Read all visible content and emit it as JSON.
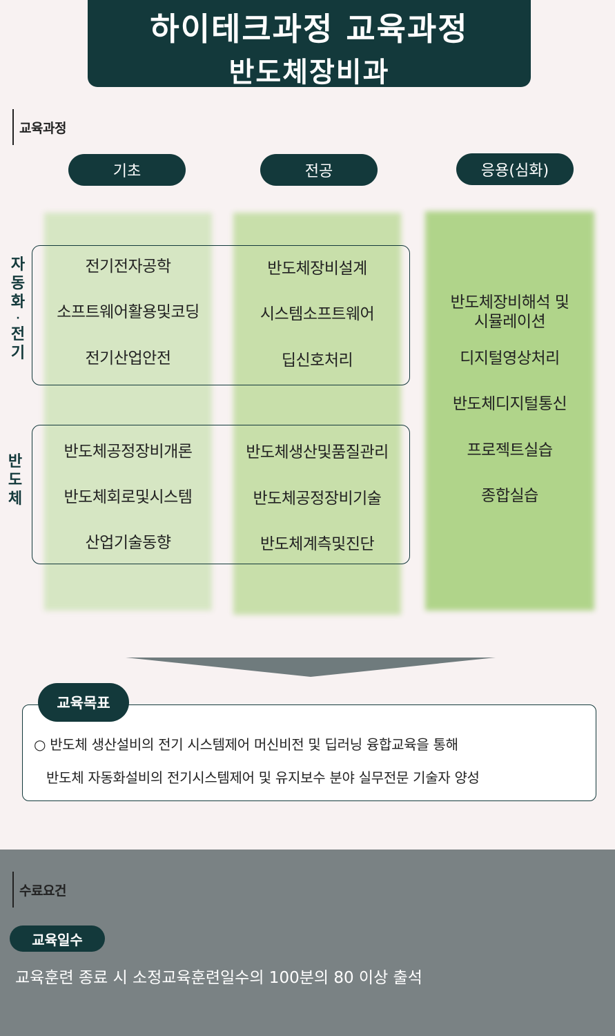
{
  "title": {
    "line1": "하이테크과정 교육과정",
    "line2": "반도체장비과"
  },
  "curriculum": {
    "heading": "교육과정",
    "categories": [
      "기초",
      "전공",
      "응용(심화)"
    ],
    "groups": {
      "automation": {
        "label_chars": [
          "자",
          "동",
          "화",
          "·",
          "전",
          "기"
        ]
      },
      "semiconductor": {
        "label_chars": [
          "반",
          "도",
          "체"
        ]
      }
    },
    "basic_automation": [
      "전기전자공학",
      "소프트웨어활용및코딩",
      "전기산업안전"
    ],
    "major_automation": [
      "반도체장비설계",
      "시스템소프트웨어",
      "딥신호처리"
    ],
    "basic_semiconductor": [
      "반도체공정장비개론",
      "반도체회로및시스템",
      "산업기술동향"
    ],
    "major_semiconductor": [
      "반도체생산및품질관리",
      "반도체공정장비기술",
      "반도체계측및진단"
    ],
    "advanced": [
      "반도체장비해석 및 시뮬레이션",
      "디지털영상처리",
      "반도체디지털통신",
      "프로젝트실습",
      "종합실습"
    ]
  },
  "goal": {
    "label": "교육목표",
    "line1": "○ 반도체 생산설비의 전기 시스템제어 머신비전 및 딥러닝 융합교육을 통해",
    "line2": "반도체 자동화설비의 전기시스템제어 및 유지보수 분야 실무전문 기술자 양성"
  },
  "requirements": {
    "heading": "수료요건",
    "days_label": "교육일수",
    "days_text": "교육훈련 종료 시 소정교육훈련일수의 100분의 80 이상 출석"
  },
  "colors": {
    "primary": "#13393b",
    "page_bg": "#f8f2f2",
    "col_basic": "#d6e6c3",
    "col_major": "#c8dfaa",
    "col_advanced": "#b0d48a",
    "bottom_bg": "#7a8284"
  }
}
